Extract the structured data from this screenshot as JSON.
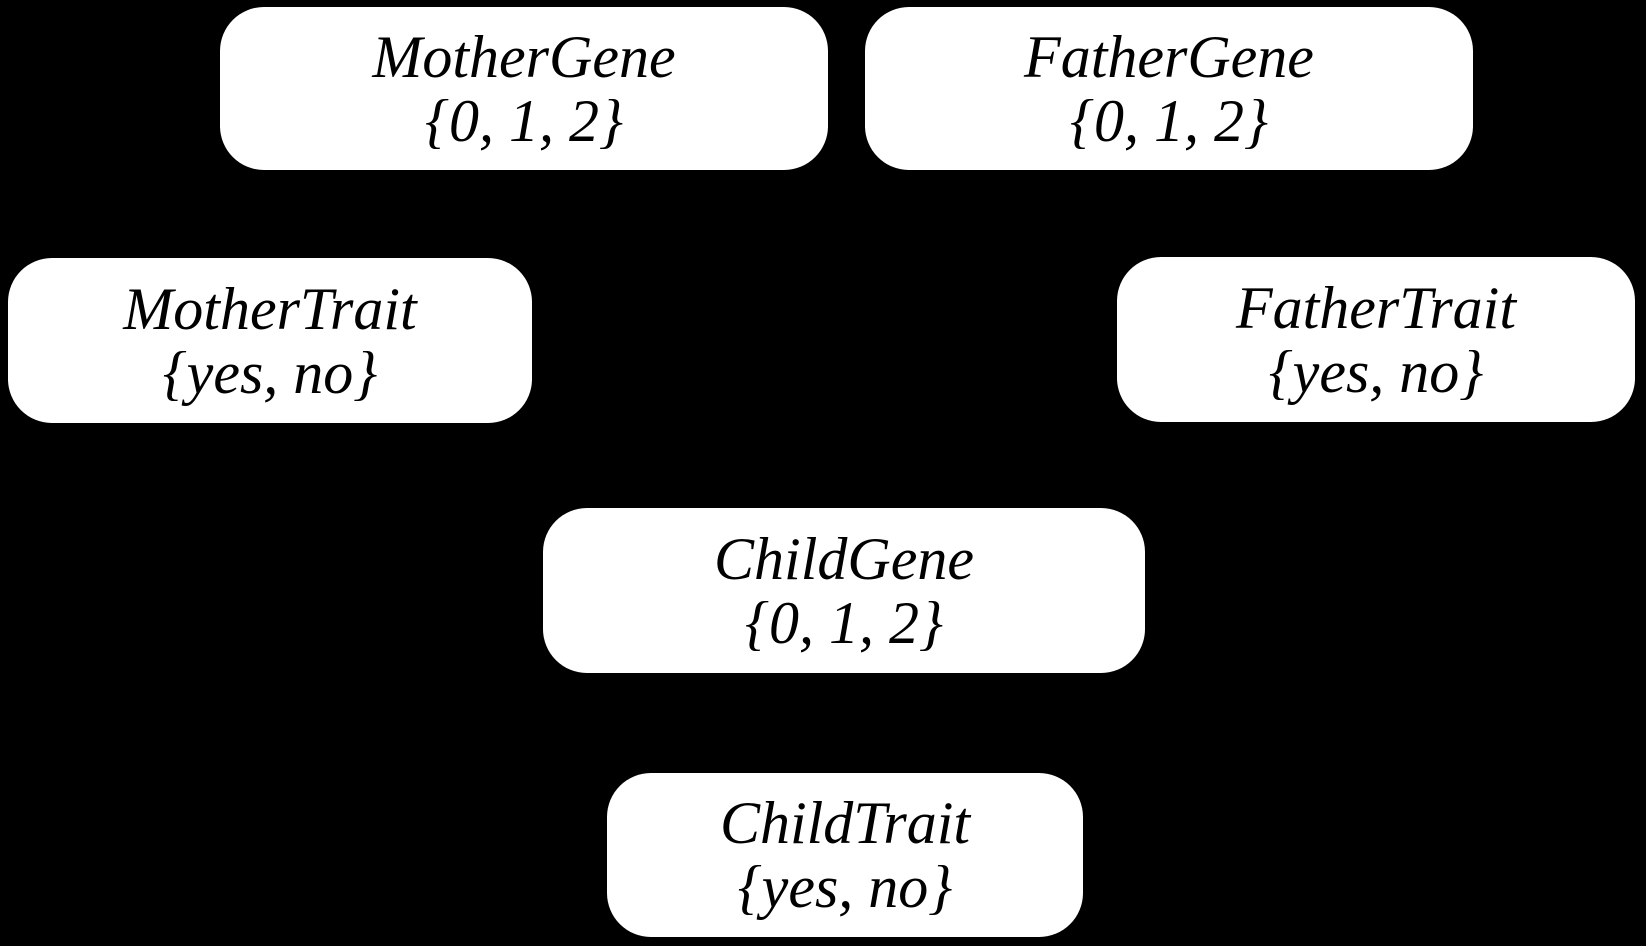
{
  "diagram": {
    "type": "bayesian-network",
    "background_color": "#000000",
    "node_fill_color": "#ffffff",
    "node_text_color": "#000000"
  },
  "nodes": {
    "mother_gene": {
      "label": "MotherGene",
      "domain": "{0, 1, 2}"
    },
    "father_gene": {
      "label": "FatherGene",
      "domain": "{0, 1, 2}"
    },
    "mother_trait": {
      "label": "MotherTrait",
      "domain": "{yes, no}"
    },
    "father_trait": {
      "label": "FatherTrait",
      "domain": "{yes, no}"
    },
    "child_gene": {
      "label": "ChildGene",
      "domain": "{0, 1, 2}"
    },
    "child_trait": {
      "label": "ChildTrait",
      "domain": "{yes, no}"
    }
  }
}
